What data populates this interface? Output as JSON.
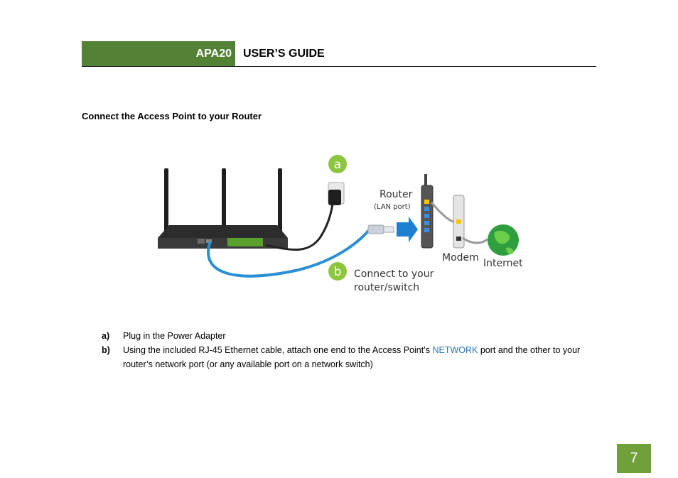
{
  "header": {
    "product": "APA20",
    "title": "USER’S GUIDE"
  },
  "section": {
    "heading": "Connect the Access Point to your Router"
  },
  "diagram": {
    "badge_a": "a",
    "badge_b": "b",
    "router_label": "Router",
    "router_sublabel": "(LAN port)",
    "modem_label": "Modem",
    "internet_label": "Internet",
    "connect_line1": "Connect to your",
    "connect_line2": "router/switch",
    "colors": {
      "badge": "#8cc63f",
      "ethernet_cable": "#2b8fd6",
      "arrow": "#1f7fd1",
      "globe": "#2e9e3e"
    }
  },
  "steps": [
    {
      "marker": "a)",
      "text": "Plug in the Power Adapter"
    },
    {
      "marker": "b)",
      "text_before": "Using the included RJ-45 Ethernet cable, attach one end to the Access Point’s ",
      "highlight": "NETWORK",
      "text_after": " port and the other to your router’s network port (or any available port on a network switch)"
    }
  ],
  "page_number": "7",
  "colors": {
    "header_bar": "#538135",
    "page_number_box": "#6fa03a",
    "network_highlight": "#2e74b5"
  }
}
